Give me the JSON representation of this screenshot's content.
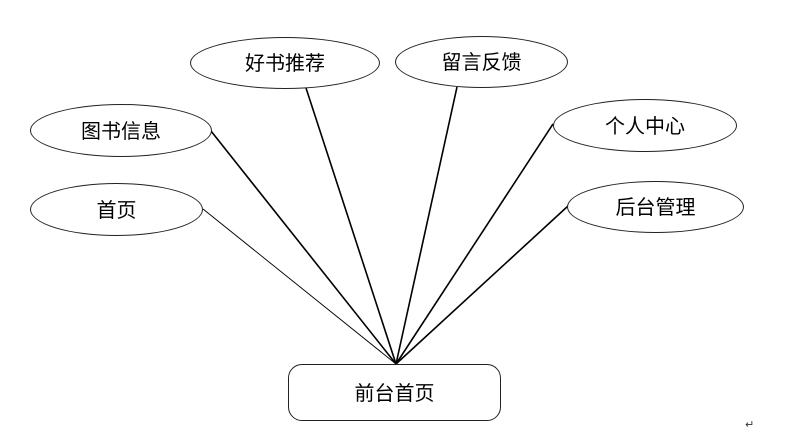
{
  "diagram": {
    "root": {
      "label": "前台首页"
    },
    "branches": [
      {
        "label": "首页"
      },
      {
        "label": "图书信息"
      },
      {
        "label": "好书推荐"
      },
      {
        "label": "留言反馈"
      },
      {
        "label": "个人中心"
      },
      {
        "label": "后台管理"
      }
    ]
  },
  "doc": {
    "paragraph_mark": "↵"
  }
}
